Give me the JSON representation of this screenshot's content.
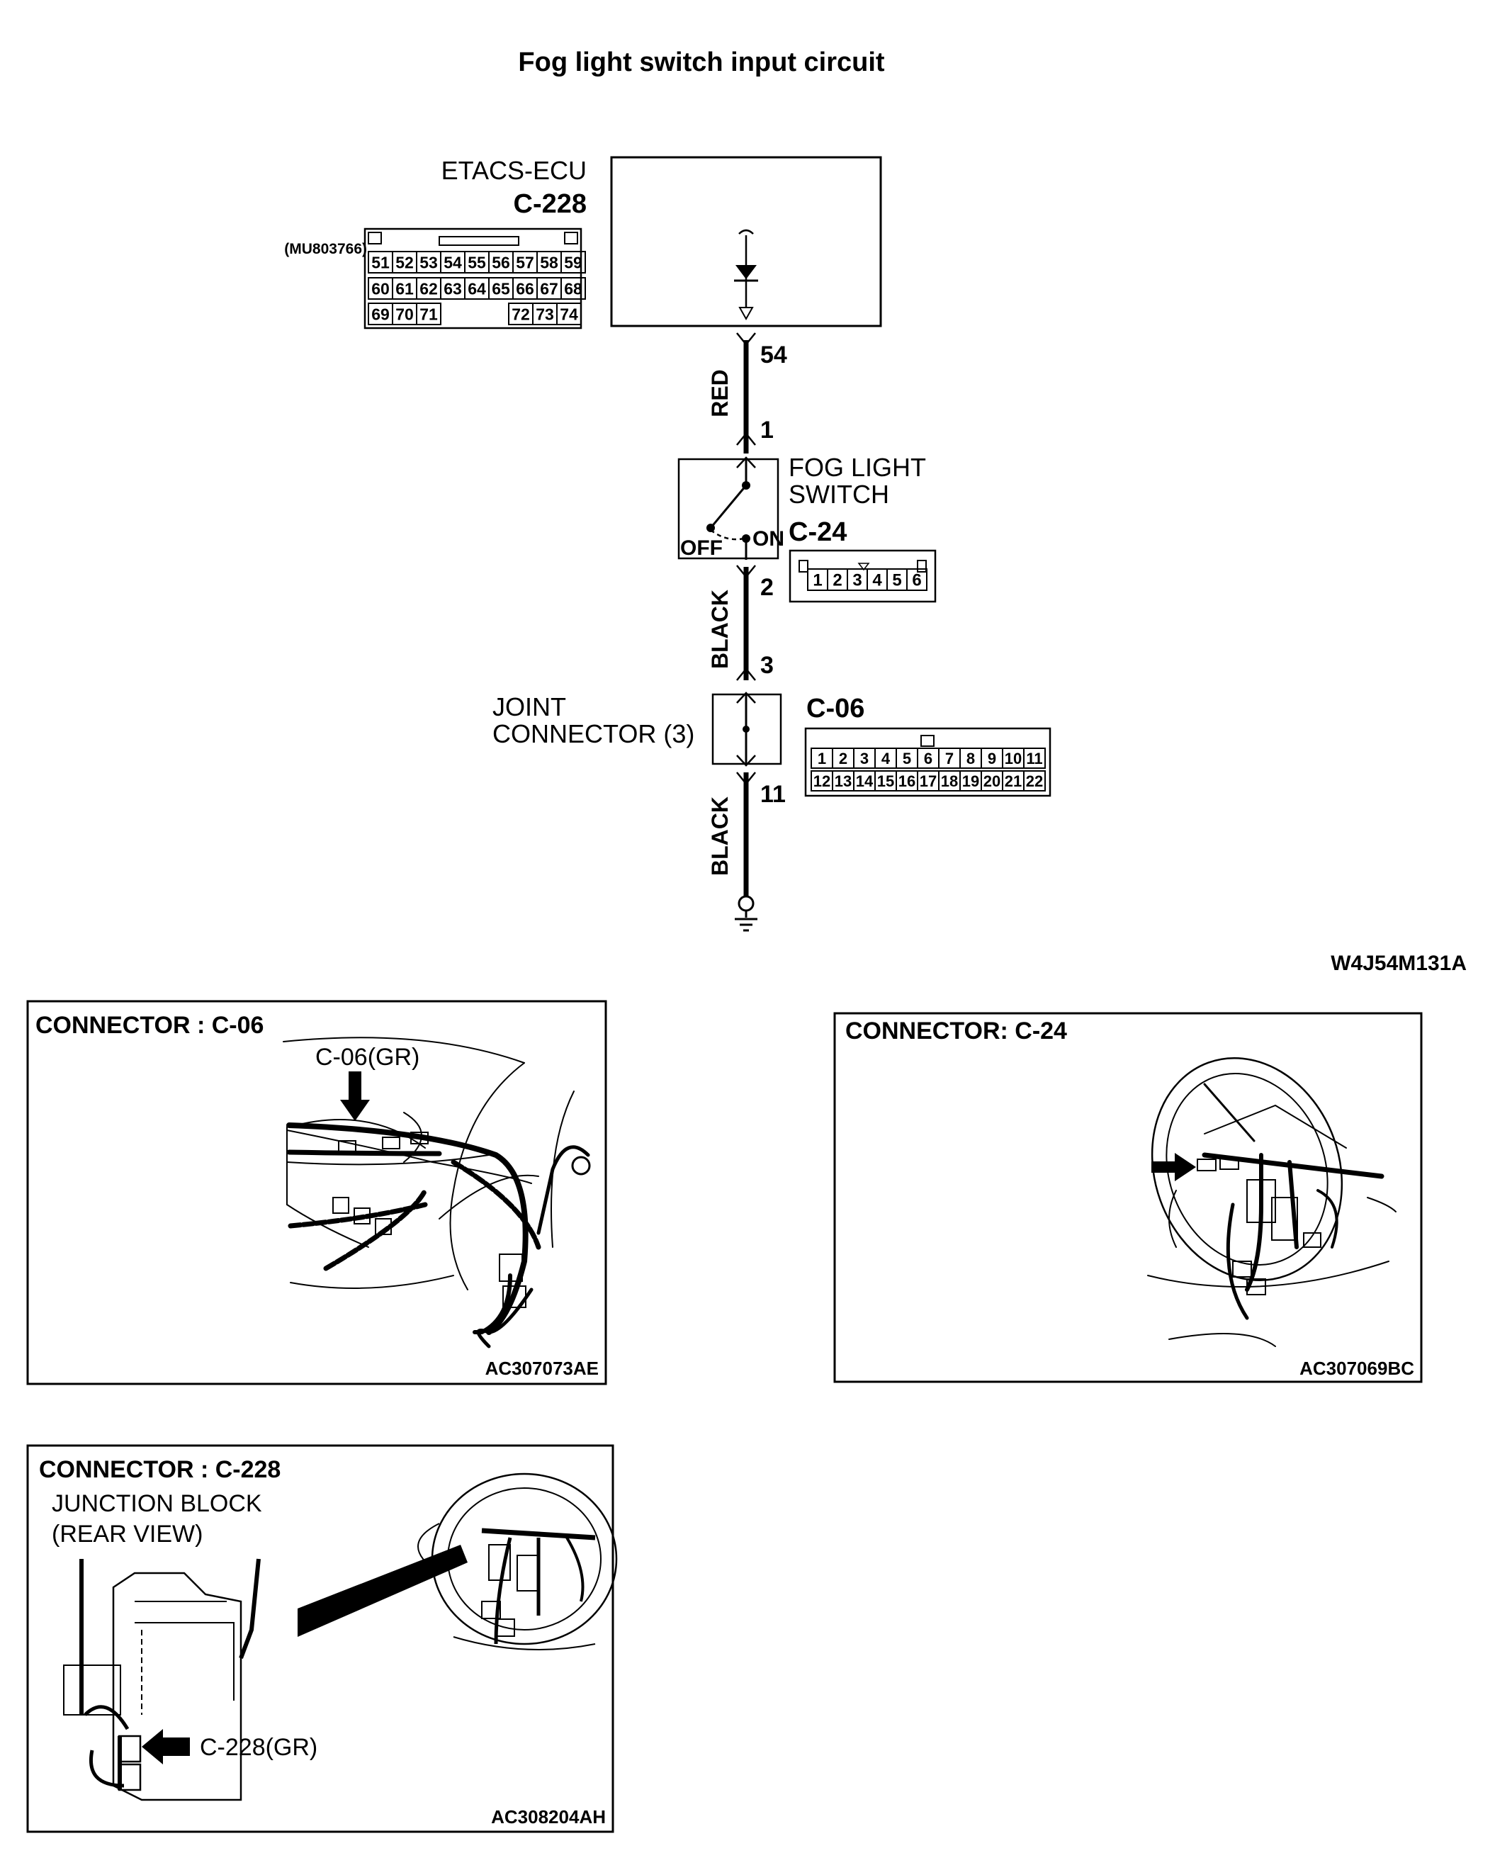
{
  "title": "Fog light switch input circuit",
  "diagram_code": "W4J54M131A",
  "ecu": {
    "name": "ETACS-ECU",
    "connector": "C-228",
    "part_number": "(MU803766)",
    "pins_row1": [
      "51",
      "52",
      "53",
      "54",
      "55",
      "56",
      "57",
      "58",
      "59"
    ],
    "pins_row2": [
      "60",
      "61",
      "62",
      "63",
      "64",
      "65",
      "66",
      "67",
      "68"
    ],
    "pins_row3_left": [
      "69",
      "70",
      "71"
    ],
    "pins_row3_right": [
      "72",
      "73",
      "74"
    ]
  },
  "wires": {
    "wire1_color": "RED",
    "wire2_color": "BLACK",
    "wire3_color": "BLACK"
  },
  "terminals": {
    "ecu_pin": "54",
    "switch_in": "1",
    "switch_out": "2",
    "joint_in": "3",
    "joint_out": "11"
  },
  "fog_switch": {
    "name_line1": "FOG LIGHT",
    "name_line2": "SWITCH",
    "connector": "C-24",
    "off_label": "OFF",
    "on_label": "ON",
    "pins": [
      "1",
      "2",
      "3",
      "4",
      "5",
      "6"
    ]
  },
  "joint_connector": {
    "name_line1": "JOINT",
    "name_line2": "CONNECTOR (3)",
    "connector": "C-06",
    "pins_row1": [
      "1",
      "2",
      "3",
      "4",
      "5",
      "6",
      "7",
      "8",
      "9",
      "10",
      "11"
    ],
    "pins_row2": [
      "12",
      "13",
      "14",
      "15",
      "16",
      "17",
      "18",
      "19",
      "20",
      "21",
      "22"
    ]
  },
  "panels": {
    "c06": {
      "title": "CONNECTOR : C-06",
      "callout": "C-06(GR)",
      "code": "AC307073AE"
    },
    "c24": {
      "title": "CONNECTOR: C-24",
      "code": "AC307069BC"
    },
    "c228": {
      "title": "CONNECTOR : C-228",
      "sub1": "JUNCTION BLOCK",
      "sub2": "(REAR VIEW)",
      "callout": "C-228(GR)",
      "code": "AC308204AH"
    }
  }
}
